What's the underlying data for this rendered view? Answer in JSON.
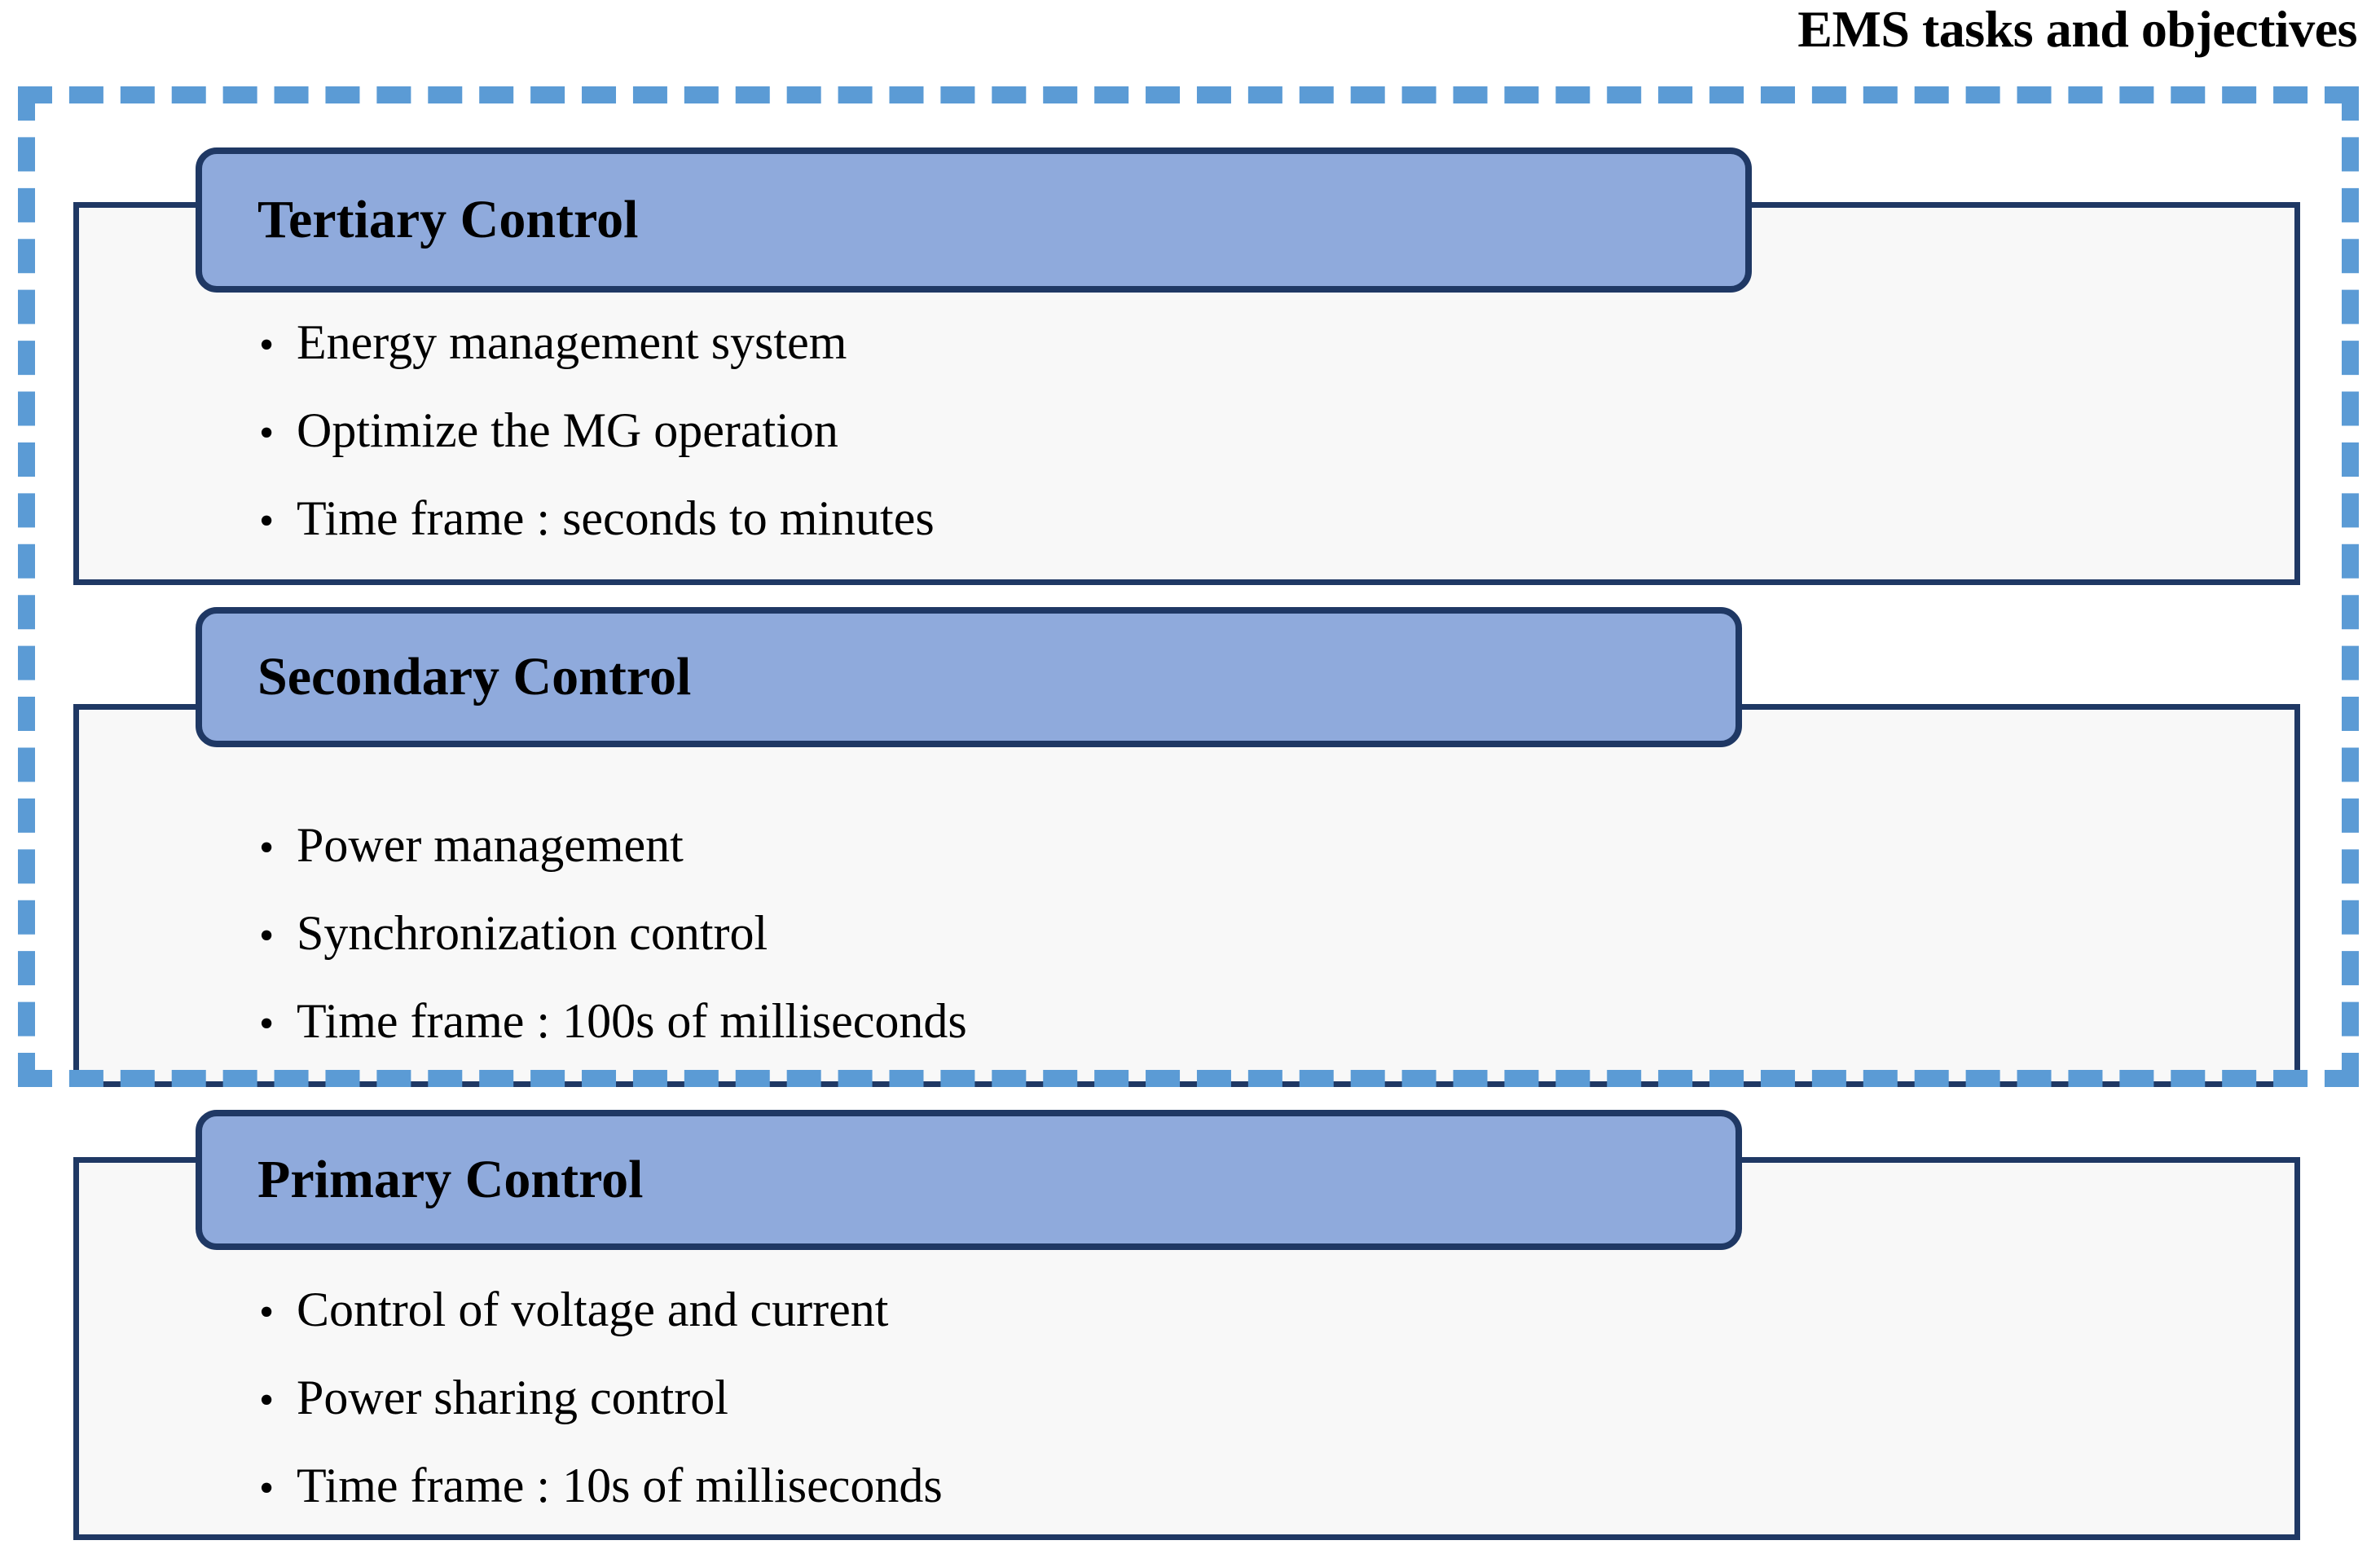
{
  "title": "EMS tasks and objectives",
  "colors": {
    "scope_border": "#5B9BD5",
    "header_fill": "#8FAADC",
    "header_border": "#1F3864",
    "panel_border": "#1F3864",
    "panel_fill": "#F8F8F8",
    "text": "#000000"
  },
  "bullet_glyph": "•",
  "levels": [
    {
      "header": "Tertiary Control",
      "bullets": [
        "Energy management system",
        "Optimize the MG operation",
        "Time frame : seconds to minutes"
      ]
    },
    {
      "header": "Secondary Control",
      "bullets": [
        "Power management",
        "Synchronization control",
        "Time frame : 100s of milliseconds"
      ]
    },
    {
      "header": "Primary Control",
      "bullets": [
        "Control of voltage and current",
        "Power sharing control",
        "Time frame : 10s of milliseconds"
      ]
    }
  ]
}
